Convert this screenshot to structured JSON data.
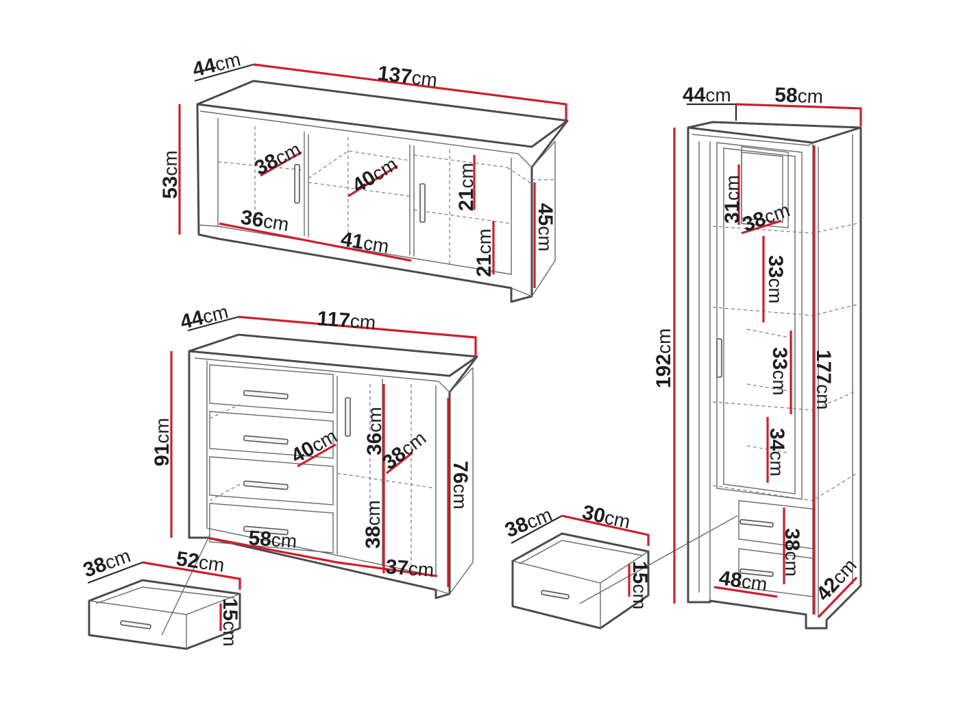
{
  "unit": "cm",
  "colors": {
    "accent_red": "#cc1f2b",
    "outline": "#4a4a4a",
    "dimension_line": "#2a2a2a",
    "background": "#ffffff"
  },
  "furniture": {
    "tv_cabinet": {
      "depth": "44",
      "width": "137",
      "height": "53",
      "shelf_diag_left": "38",
      "shelf_diag_center": "40",
      "compartment_upper_right": "21",
      "compartment_lower_right": "21",
      "side_inner_height": "45",
      "bottom_left_width": "36",
      "bottom_center_width": "41"
    },
    "chest_of_drawers": {
      "depth": "44",
      "width": "117",
      "height": "91",
      "drawer_diag": "40",
      "compartment_upper": "36",
      "shelf_diag_right": "38",
      "compartment_lower": "38",
      "inner_height": "76",
      "drawers_width": "58",
      "compartment_width": "37"
    },
    "chest_drawer_detail": {
      "depth": "38",
      "width": "52",
      "height": "15"
    },
    "vitrine": {
      "depth": "44",
      "width": "58",
      "height": "192",
      "top_compartment": "31",
      "shelf_diag": "38",
      "glass_compartment_1": "33",
      "glass_compartment_2": "33",
      "glass_compartment_3": "34",
      "inner_height": "177",
      "drawer_section": "38",
      "inner_width": "48",
      "side_depth": "42"
    },
    "vitrine_drawer_detail": {
      "depth": "38",
      "width": "30",
      "height": "15"
    }
  }
}
